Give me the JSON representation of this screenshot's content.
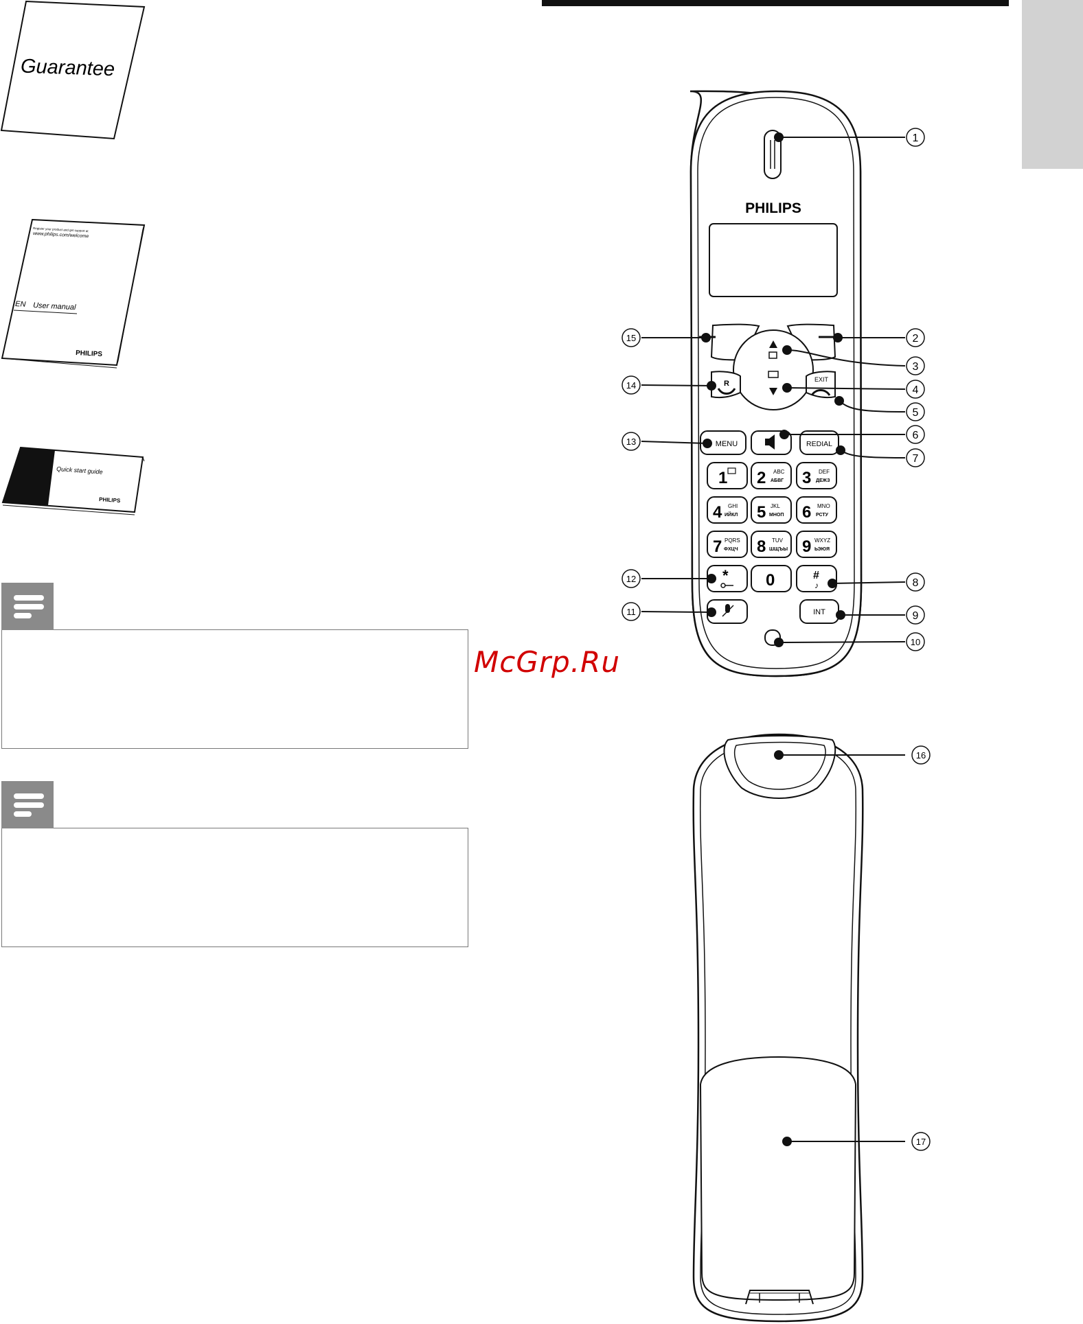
{
  "booklets": {
    "guarantee_title": "Guarantee",
    "manual_register_line": "Register your product and get support at",
    "manual_url": "www.philips.com/welcome",
    "manual_lang": "EN",
    "manual_title": "User manual",
    "manual_brand": "PHILIPS",
    "quick_title": "Quick start guide",
    "quick_brand": "PHILIPS"
  },
  "watermark": "McGrp.Ru",
  "handset": {
    "brand": "PHILIPS",
    "keys": {
      "menu": "MENU",
      "redial": "REDIAL",
      "int": "INT",
      "exit": "EXIT",
      "r": "R",
      "k1": "1",
      "k2": "2",
      "k2_lat": "ABC",
      "k2_cyr": "АБВГ",
      "k3": "3",
      "k3_lat": "DEF",
      "k3_cyr": "ДЕЖЗ",
      "k4": "4",
      "k4_lat": "GHI",
      "k4_cyr": "ИЙКЛ",
      "k5": "5",
      "k5_lat": "JKL",
      "k5_cyr": "МНОП",
      "k6": "6",
      "k6_lat": "MNO",
      "k6_cyr": "РСТУ",
      "k7": "7",
      "k7_lat": "PQRS",
      "k7_cyr": "ФХЦЧ",
      "k8": "8",
      "k8_lat": "TUV",
      "k8_cyr": "ШЩЪЫ",
      "k9": "9",
      "k9_lat": "WXYZ",
      "k9_cyr": "ЬЭЮЯ",
      "k0": "0",
      "star": "*",
      "hash": "#"
    }
  },
  "callouts": [
    "1",
    "2",
    "3",
    "4",
    "5",
    "6",
    "7",
    "8",
    "9",
    "10",
    "11",
    "12",
    "13",
    "14",
    "15",
    "16",
    "17"
  ]
}
